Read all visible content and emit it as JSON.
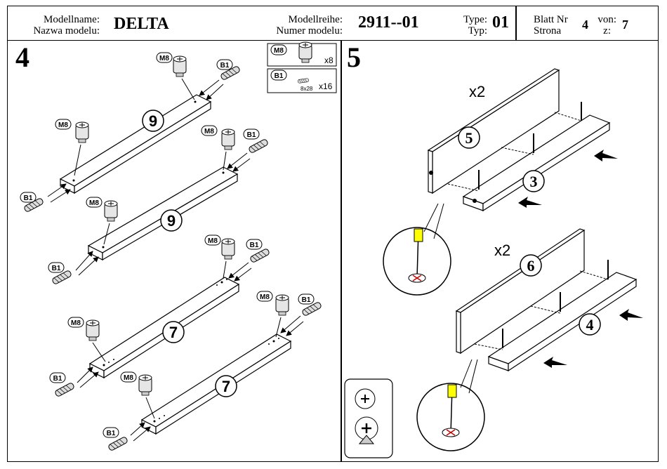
{
  "header": {
    "model_name_label_de": "Modellname:",
    "model_name_label_pl": "Nazwa modelu:",
    "model_name": "DELTA",
    "series_label_de": "Modellreihe:",
    "series_label_pl": "Numer modelu:",
    "series_value": "2911--01",
    "type_label_de": "Type:",
    "type_label_pl": "Typ:",
    "type_value": "01",
    "sheet_label_de": "Blatt Nr",
    "sheet_label_pl": "Strona",
    "sheet_value": "4",
    "of_label_de": "von:",
    "of_label_pl": "z:",
    "of_value": "7"
  },
  "step4": {
    "number": "4",
    "parts_legend": [
      {
        "code": "M8",
        "qty": "x8",
        "size": ""
      },
      {
        "code": "B1",
        "qty": "x16",
        "size": "8x28"
      }
    ],
    "panels": [
      "9",
      "9",
      "7",
      "7"
    ],
    "part_m8": "M8",
    "part_b1": "B1"
  },
  "step5": {
    "number": "5",
    "multiplier_top": "x2",
    "multiplier_bottom": "x2",
    "panels_top": [
      "5",
      "3"
    ],
    "panels_bottom": [
      "6",
      "4"
    ]
  }
}
